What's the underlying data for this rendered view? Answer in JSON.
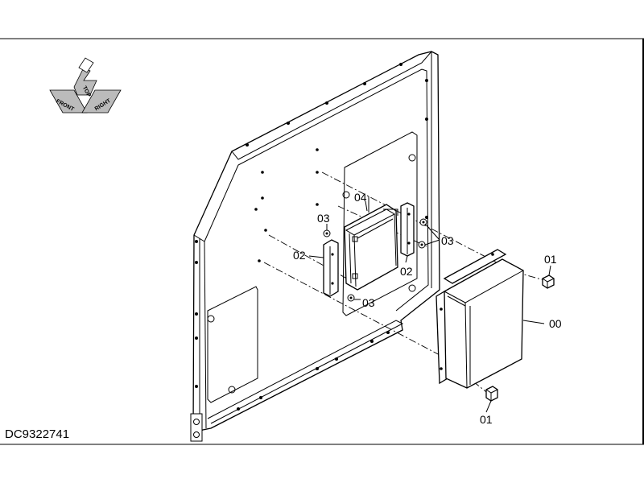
{
  "document_id": "DC9322741",
  "orientation": {
    "front": "FRONT",
    "top": "TOP",
    "right": "RIGHT"
  },
  "callouts": {
    "p00": "00",
    "p01_top": "01",
    "p01_bottom": "01",
    "p02_left": "02",
    "p02_right": "02",
    "p03_top": "03",
    "p03_right": "03",
    "p03_bottom": "03",
    "p04": "04"
  }
}
